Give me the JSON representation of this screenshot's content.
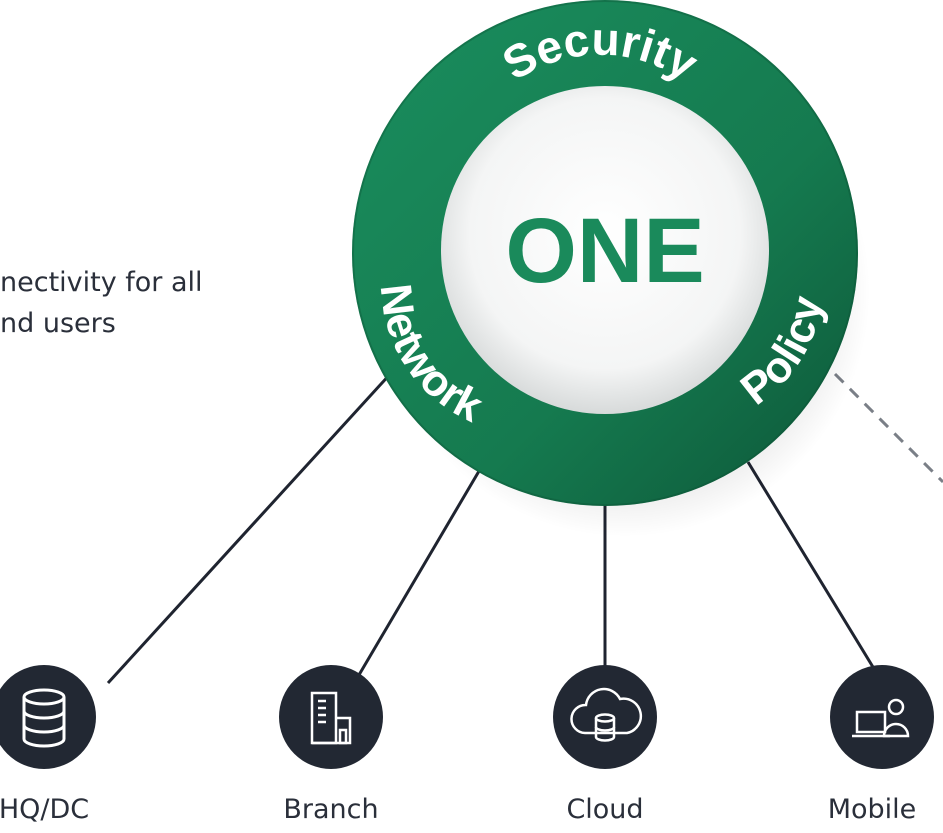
{
  "hub": {
    "center_label": "ONE",
    "ring_labels": {
      "top": "Security",
      "left": "Network",
      "right": "Policy"
    }
  },
  "description": {
    "line1": "nectivity for all",
    "line2": "nd users"
  },
  "nodes": [
    {
      "label": "HQ/DC",
      "icon": "database-icon"
    },
    {
      "label": "Branch",
      "icon": "building-icon"
    },
    {
      "label": "Cloud",
      "icon": "cloud-database-icon"
    },
    {
      "label": "Mobile",
      "icon": "laptop-user-icon"
    }
  ],
  "colors": {
    "ring": "#157a4f",
    "ring_dark": "#0f5d3c",
    "center_text": "#1a8a5b",
    "node_fill": "#222833",
    "line": "#1f2430",
    "dashed_line": "#7a7f87"
  }
}
